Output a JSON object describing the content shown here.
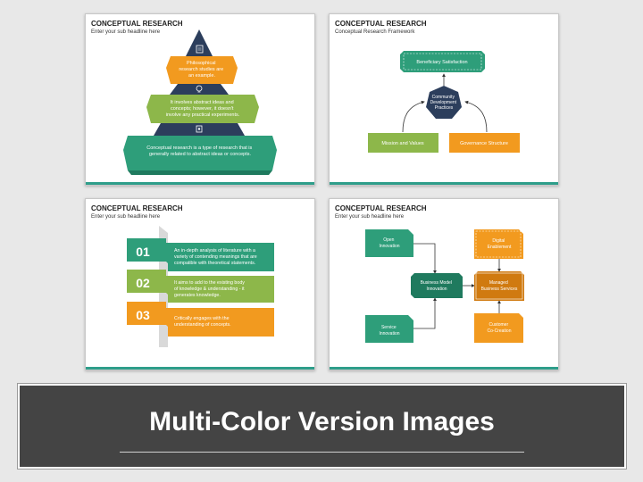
{
  "slides": [
    {
      "title": "CONCEPTUAL RESEARCH",
      "subtitle": "Enter your sub headline here",
      "tiers": [
        {
          "text": [
            "Philosophical",
            "research studies are",
            "an example."
          ],
          "color": "#f29a1f"
        },
        {
          "text": [
            "It involves abstract ideas and",
            "concepts; however, it doesn't",
            "involve any practical experiments."
          ],
          "color": "#8db74a"
        },
        {
          "text": [
            "Conceptual research is a type of research that is",
            "generally related to abstract ideas or concepts."
          ],
          "color": "#2e9e7a"
        }
      ],
      "tier_icons": [
        "bulb-icon",
        "gear-icon",
        "document-icon"
      ]
    },
    {
      "title": "CONCEPTUAL RESEARCH",
      "subtitle": "Conceptual Research Framework",
      "top": "Beneficiary Satisfaction",
      "center": [
        "Community",
        "Development",
        "Practices"
      ],
      "left": "Mission and Values",
      "right": "Governance Structure"
    },
    {
      "title": "CONCEPTUAL RESEARCH",
      "subtitle": "Enter your sub headline here",
      "items": [
        {
          "num": "01",
          "text": [
            "An in-depth analysis of literature with a",
            "variety of contending meanings that are",
            "compatible with theoretical statements."
          ],
          "color": "#2e9e7a"
        },
        {
          "num": "02",
          "text": [
            "It aims to add to the existing body",
            "of knowledge & understanding - it",
            "generates knowledge."
          ],
          "color": "#8db74a"
        },
        {
          "num": "03",
          "text": [
            "Critically engages with the",
            "understanding of concepts."
          ],
          "color": "#f29a1f"
        }
      ]
    },
    {
      "title": "CONCEPTUAL RESEARCH",
      "subtitle": "Enter your sub headline here",
      "open": [
        "Open",
        "Innovation"
      ],
      "service": [
        "Service",
        "Innovation"
      ],
      "bmi": [
        "Business Model",
        "Innovation"
      ],
      "digital": [
        "Digital",
        "Enablement"
      ],
      "managed": [
        "Managed",
        "Business Services"
      ],
      "customer": [
        "Customer",
        "Co-Creation"
      ]
    }
  ],
  "banner": {
    "text": "Multi-Color Version Images"
  },
  "colors": {
    "teal": "#2e9e7a",
    "green": "#8db74a",
    "orange": "#f29a1f",
    "navy": "#2c3e5c",
    "darkorange": "#d07a10"
  }
}
